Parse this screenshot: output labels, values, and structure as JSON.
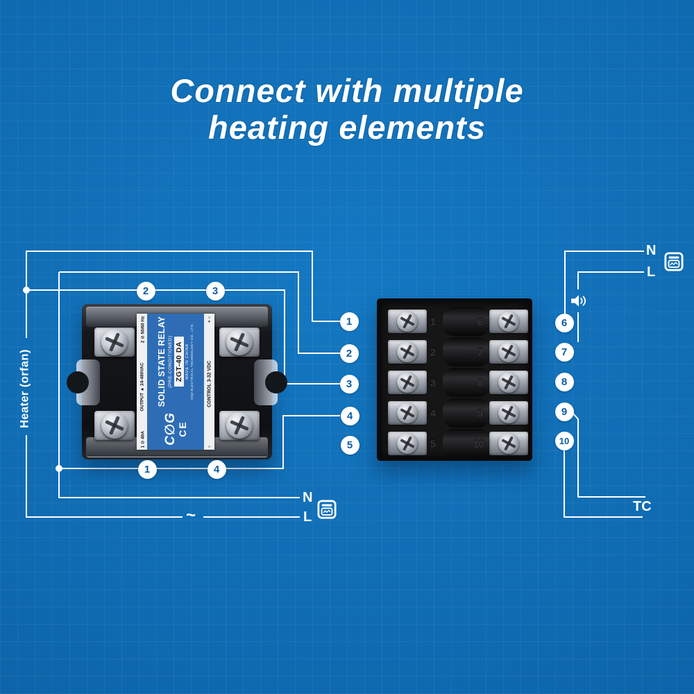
{
  "title": {
    "line1": "Connect with multiple",
    "line2": "heating elements"
  },
  "labels": {
    "heater": "Heater (orfan)",
    "tilde": "~",
    "neutral_left": "N",
    "line_left": "L",
    "neutral_right": "N",
    "line_right": "L",
    "thermocouple": "TC"
  },
  "relay_callouts": {
    "top": [
      "2",
      "3"
    ],
    "bottom": [
      "1",
      "4"
    ]
  },
  "block_callouts": {
    "left": [
      "1",
      "2",
      "3",
      "4",
      "5"
    ],
    "right": [
      "6",
      "7",
      "8",
      "9",
      "10"
    ]
  },
  "relay": {
    "brand": "C∅G",
    "ce": "CE",
    "name": "SOLID STATE RELAY",
    "condition": "(PRE-CONDITIONED)",
    "model": "ZGT-40 DA",
    "origin": "MADE IN CHINA",
    "company": "XIQI ELECTRICAL TECHNOLOGY CO., LTD.",
    "output_strip": {
      "left": "1 ⊘ 40A",
      "mid": "OUTPUT ▲ 24-480VAC",
      "right": "2 ⊘ 50/60 Hz"
    },
    "control_strip": {
      "left": "○",
      "mid": "CONTROL 3-32 VDC",
      "right": "+ ○"
    }
  },
  "terminal_block": {
    "left_numbers": [
      "1",
      "2",
      "3",
      "4",
      "5"
    ],
    "right_numbers": [
      "6",
      "7",
      "8",
      "9",
      "10"
    ]
  },
  "colors": {
    "background": "#0f6ab0",
    "wire": "#ffffff",
    "circle_text": "#0b5ca6",
    "label_blue": "#2e6db6"
  }
}
